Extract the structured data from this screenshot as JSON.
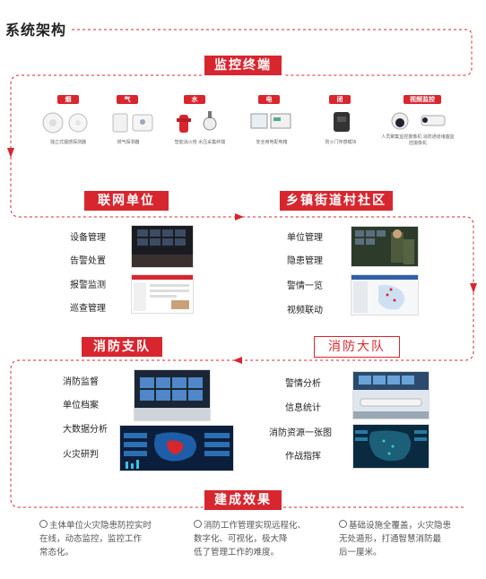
{
  "title": "系统架构",
  "sections": {
    "terminal": "监控终端",
    "network_unit": "联网单位",
    "township": "乡镇街道村社区",
    "fire_branch": "消防支队",
    "fire_brigade": "消防大队",
    "result": "建成效果"
  },
  "device_categories": [
    {
      "label": "烟",
      "caption": "独立式烟感探测器",
      "icon": "smoke-detector-icon"
    },
    {
      "label": "气",
      "caption": "燃气探测器",
      "icon": "gas-detector-icon"
    },
    {
      "label": "水",
      "caption": "智能消火栓  水压采集终端",
      "icon": "hydrant-icon"
    },
    {
      "label": "电",
      "caption": "安全用电配电箱",
      "icon": "electric-box-icon"
    },
    {
      "label": "闭",
      "caption": "防火门传感模块",
      "icon": "door-sensor-icon"
    },
    {
      "label": "视频监控",
      "caption": "人员聚集监控摄像机  消防通道堵塞监控摄像机",
      "icon": "camera-icon"
    }
  ],
  "network_unit_items": [
    "设备管理",
    "告警处置",
    "报警监测",
    "巡查管理"
  ],
  "township_items": [
    "单位管理",
    "隐患管理",
    "警情一览",
    "视频联动"
  ],
  "fire_branch_items": [
    "消防监督",
    "单位档案",
    "大数据分析",
    "火灾研判"
  ],
  "fire_brigade_items": [
    "警情分析",
    "信息统计",
    "消防资源一张图",
    "作战指挥"
  ],
  "effects": [
    {
      "line1": "主体单位火灾隐患防控实时",
      "line2": "在线，动态监控，监控工作",
      "line3": "常态化。"
    },
    {
      "line1": "消防工作管理实现远程化、",
      "line2": "数字化、可视化，极大降",
      "line3": "低了管理工作的难度。"
    },
    {
      "line1": "基础设施全覆盖，火灾隐患",
      "line2": "无处遁形，打通智慧消防最",
      "line3": "后一厘米。"
    }
  ],
  "colors": {
    "accent": "#d8262f",
    "flow": "#d8262f"
  }
}
